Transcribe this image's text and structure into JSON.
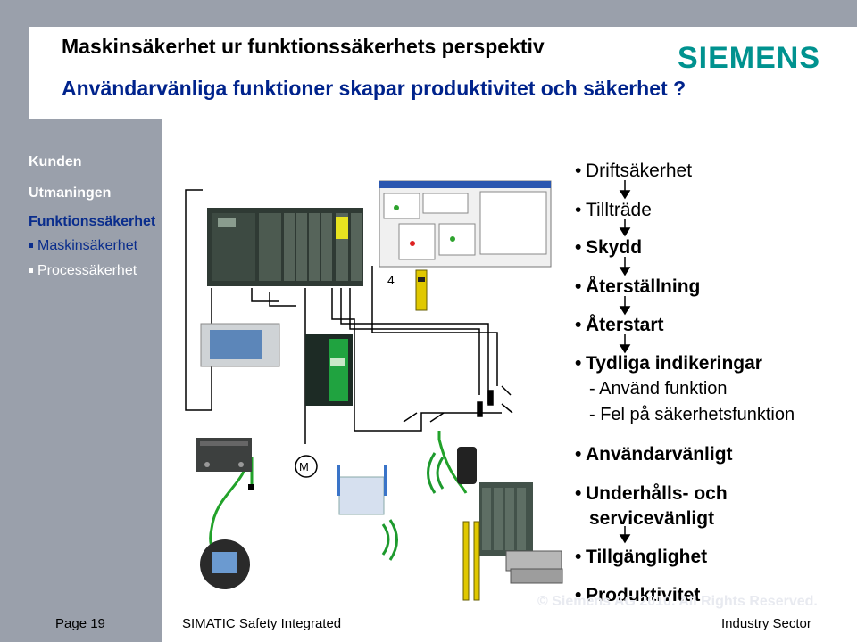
{
  "header": {
    "title": "Maskinsäkerhet ur funktionssäkerhets perspektiv",
    "subtitle": "Användarvänliga funktioner skapar produktivitet och säkerhet ?",
    "logo": "SIEMENS"
  },
  "nav": {
    "items": [
      {
        "label": "Kunden"
      },
      {
        "label": "Utmaningen"
      },
      {
        "label": "Funktionssäkerhet"
      }
    ],
    "sub_items": [
      {
        "label": "Maskinsäkerhet"
      },
      {
        "label": "Processäkerhet"
      }
    ]
  },
  "diagram": {
    "label_4": "4",
    "label_m": "M"
  },
  "bullets": [
    {
      "label": "Driftsäkerhet"
    },
    {
      "label": "Tillträde"
    },
    {
      "label": "Skydd"
    },
    {
      "label": "Återställning"
    },
    {
      "label": "Återstart"
    },
    {
      "label": "Tydliga indikeringar"
    },
    {
      "label": "Användarvänligt"
    },
    {
      "label": "Underhålls- och"
    },
    {
      "label": "Tillgänglighet"
    },
    {
      "label": "Produktivitet"
    }
  ],
  "sub_bullets": [
    {
      "label": "- Använd funktion"
    },
    {
      "label": "- Fel på säkerhetsfunktion"
    },
    {
      "label": "servicevänligt"
    }
  ],
  "footer": {
    "page": "Page 19",
    "product": "SIMATIC Safety Integrated",
    "copyright": "© Siemens AG 2010. All Rights Reserved.",
    "sector": "Industry Sector"
  },
  "colors": {
    "frame": "#9aa0ab",
    "brand": "#00928f",
    "subtitle": "#00238c",
    "nav_active": "#0a2d8c"
  }
}
